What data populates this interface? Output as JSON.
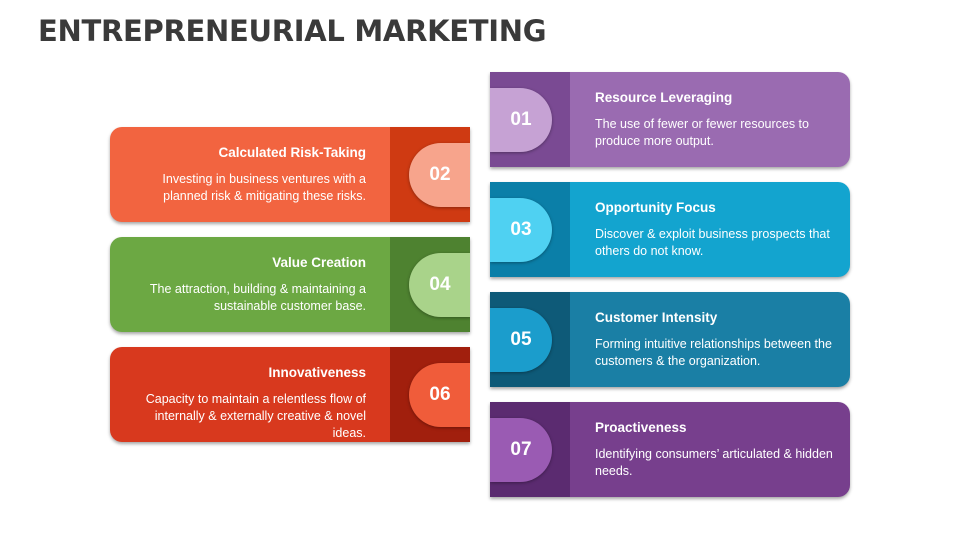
{
  "title": "ENTREPRENEURIAL MARKETING",
  "colors": {
    "orange": "#f26440",
    "green": "#6ca843",
    "red": "#d8391e",
    "purple_light": "#9a6bb1",
    "blue": "#13a4cf",
    "teal": "#1a7fa5",
    "purple_dark": "#773f8d"
  },
  "items": [
    {
      "number": "01",
      "title": "Resource Leveraging",
      "description": "The use of fewer or fewer resources to produce more output."
    },
    {
      "number": "02",
      "title": "Calculated Risk-Taking",
      "description": "Investing in business ventures with a planned risk & mitigating these risks."
    },
    {
      "number": "03",
      "title": "Opportunity Focus",
      "description": "Discover & exploit business prospects that others do not know."
    },
    {
      "number": "04",
      "title": "Value Creation",
      "description": "The attraction, building & maintaining a sustainable customer base."
    },
    {
      "number": "05",
      "title": "Customer Intensity",
      "description": "Forming intuitive relationships between the customers & the organization."
    },
    {
      "number": "06",
      "title": "Innovativeness",
      "description": "Capacity to maintain a relentless flow of internally & externally creative & novel ideas."
    },
    {
      "number": "07",
      "title": "Proactiveness",
      "description": "Identifying consumers’ articulated & hidden needs."
    }
  ]
}
